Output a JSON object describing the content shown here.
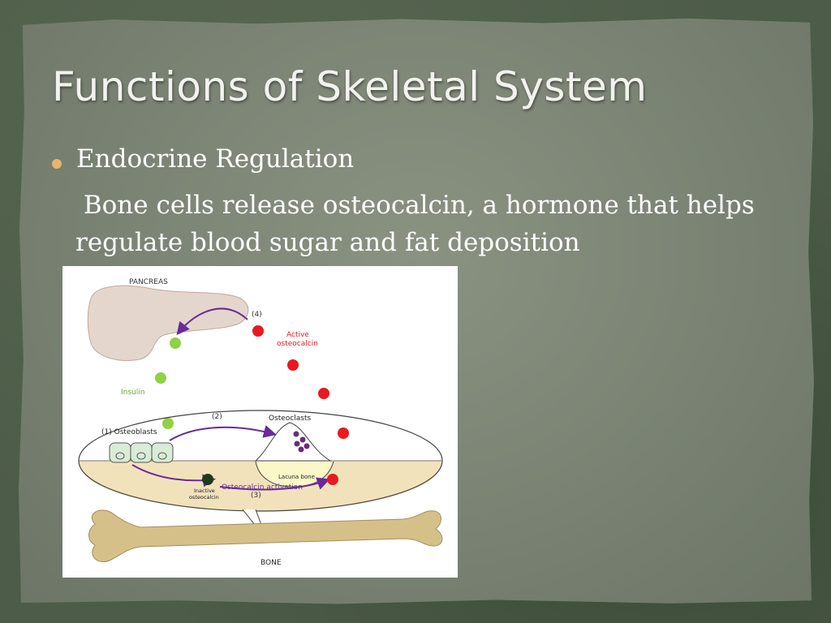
{
  "slide": {
    "title": "Functions of Skeletal System",
    "bullet": "Endocrine Regulation",
    "body_line1": " Bone cells release osteocalcin, a hormone that helps",
    "body_line2": "regulate blood sugar and fat deposition"
  },
  "diagram": {
    "pancreas": "PANCREAS",
    "step4": "(4)",
    "active_osteocalcin_1": "Active",
    "active_osteocalcin_2": "osteocalcin",
    "insulin": "Insulin",
    "step2": "(2)",
    "osteoclasts": "Osteoclasts",
    "osteoblasts": "(1) Osteoblasts",
    "lacuna": "Lacuna bone",
    "activation": "Osteocalcin activation",
    "inactive_1": "Inactive",
    "inactive_2": "osteocalcin",
    "step3": "(3)",
    "bone": "BONE"
  },
  "colors": {
    "bullet": "#e9b36f",
    "active_osteocalcin": "#e8191f",
    "insulin": "#8fd246",
    "arrow": "#6a2a9a",
    "bone": "#d6c08a"
  }
}
